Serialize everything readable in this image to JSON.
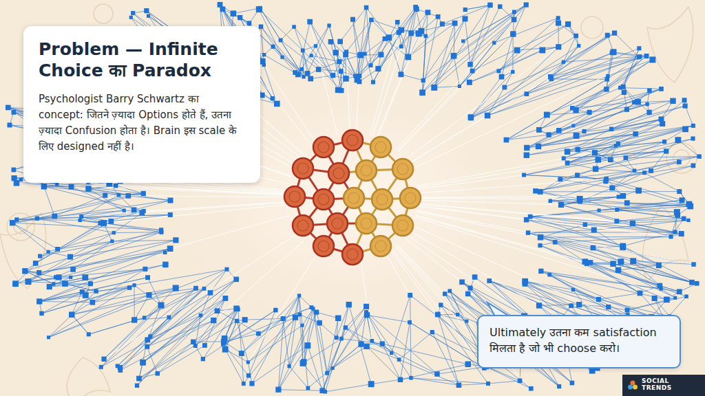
{
  "diagram": {
    "nodes": [
      {
        "text": [
          "Problem — Infinite Choice का Paradox",
          "Psychologist Barry Schwartz का concept: जितने ज़्यादा Options होते हैं, उतना ज़्यादा Confusion होता है। Brain इस scale के लिए designed नहीं है।"
        ]
      },
      {
        "text": [
          "Ultimately उतना कम satisfaction मिलता है जो भी choose करो।"
        ]
      },
      {
        "text": [
          "SOCIAL TRENDS"
        ]
      }
    ]
  }
}
